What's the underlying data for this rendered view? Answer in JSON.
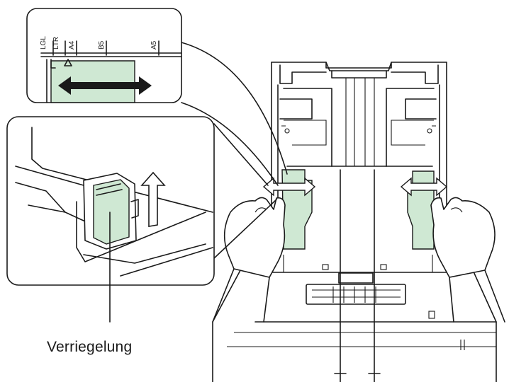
{
  "colors": {
    "guide_highlight": "#cfe8d3",
    "line": "#1a1a1a",
    "background": "#ffffff"
  },
  "inset_top": {
    "size_marks": [
      "LGL",
      "LTR",
      "A4",
      "B5",
      "A5"
    ]
  },
  "inset_left": {},
  "labels": {
    "lock": "Verriegelung"
  }
}
